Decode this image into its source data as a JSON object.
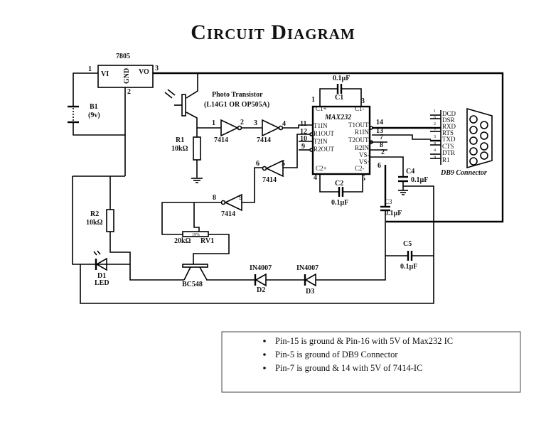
{
  "title": "Circuit Diagram",
  "regulator": {
    "name": "7805",
    "pin_in": "1",
    "pin_out": "3",
    "pin_gnd": "2",
    "vi": "VI",
    "gnd": "GND",
    "vo": "VO"
  },
  "battery": {
    "name": "B1",
    "value": "(9v)"
  },
  "phototransistor": {
    "name": "Photo Transistor",
    "part": "(L14G1 OR OP505A)"
  },
  "r1": {
    "name": "R1",
    "value": "10kΩ"
  },
  "r2": {
    "name": "R2",
    "value": "10kΩ"
  },
  "rv1": {
    "name": "RV1",
    "value": "20kΩ",
    "body": "19%"
  },
  "inverters": [
    {
      "in": "1",
      "out": "2",
      "part": "7414"
    },
    {
      "in": "3",
      "out": "4",
      "part": "7414"
    },
    {
      "in": "5",
      "out": "6",
      "part": "7414"
    },
    {
      "in": "9",
      "out": "8",
      "part": "7414"
    }
  ],
  "max232": {
    "name": "MAX232",
    "pins": {
      "p1": "1",
      "p3": "3",
      "p4": "4",
      "p5": "5",
      "p11": "11",
      "p12": "12",
      "p10": "10",
      "p9": "9",
      "p14": "14",
      "p13": "13",
      "p7": "7",
      "p8": "8",
      "p2": "2",
      "p6": "6"
    },
    "labels": {
      "c1p": "C1+",
      "c1m": "C1-",
      "t1in": "T1IN",
      "r1out": "R1OUT",
      "t2in": "T2IN",
      "r2out": "R2OUT",
      "t1out": "T1OUT",
      "r1in": "R1IN",
      "t2out": "T2OUT",
      "r2in": "R2IN",
      "vsm": "VS-",
      "vsp": "VS+",
      "c2p": "C2+",
      "c2m": "C2-"
    }
  },
  "capacitors": {
    "c1": {
      "name": "C1",
      "value": "0.1µF"
    },
    "c2": {
      "name": "C2",
      "value": "0.1µF"
    },
    "c3": {
      "name": "C3",
      "value": "0.1µF"
    },
    "c4": {
      "name": "C4",
      "value": "0.1µF"
    },
    "c5": {
      "name": "C5",
      "value": "0.1µF"
    }
  },
  "db9": {
    "name": "DB9 Connector",
    "pins": [
      {
        "num": "1",
        "label": "DCD"
      },
      {
        "num": "6",
        "label": "DSR"
      },
      {
        "num": "2",
        "label": "RXD"
      },
      {
        "num": "7",
        "label": "RTS"
      },
      {
        "num": "3",
        "label": "TXD"
      },
      {
        "num": "8",
        "label": "CTS"
      },
      {
        "num": "4",
        "label": "DTR"
      },
      {
        "num": "9",
        "label": "R1"
      }
    ]
  },
  "led": {
    "name": "D1",
    "type": "LED"
  },
  "transistor": {
    "name": "BC548"
  },
  "d2": {
    "name": "D2",
    "part": "IN4007"
  },
  "d3": {
    "name": "D3",
    "part": "IN4007"
  },
  "notes": [
    "Pin-15 is ground & Pin-16 with 5V of Max232 IC",
    "Pin-5 is ground of DB9 Connector",
    "Pin-7 is ground & 14 with 5V of 7414-IC"
  ]
}
